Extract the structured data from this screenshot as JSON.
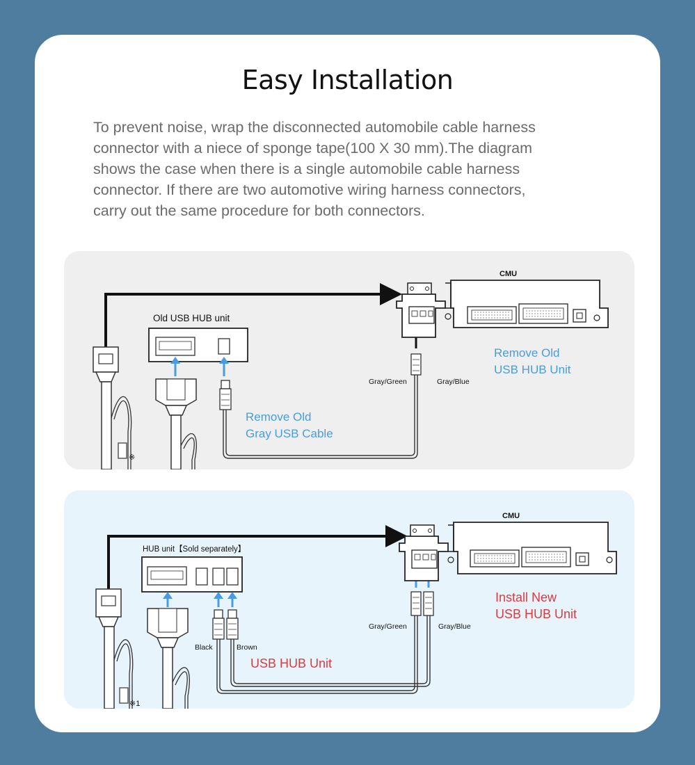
{
  "title": "Easy Installation",
  "description": [
    "To prevent noise, wrap the disconnected automobile cable harness",
    "connector with a niece of sponge tape(100 X 30 mm).The diagram",
    "shows the case when there is a single automobile cable harness",
    "connector. If there are two automotive wiring harness connectors,",
    "carry out the same procedure for both connectors."
  ],
  "diagram_top": {
    "cmu_label": "CMU",
    "old_hub_label": "Old USB HUB unit",
    "gray_green": "Gray/Green",
    "gray_blue": "Gray/Blue",
    "remove_hub_line1": "Remove Old",
    "remove_hub_line2": "USB HUB Unit",
    "remove_cable_line1": "Remove Old",
    "remove_cable_line2": "Gray USB Cable",
    "note_mark": "※"
  },
  "diagram_bottom": {
    "cmu_label": "CMU",
    "hub_label": "HUB unit【Sold separately】",
    "gray_green": "Gray/Green",
    "gray_blue": "Gray/Blue",
    "black": "Black",
    "brown": "Brown",
    "usb_hub_unit": "USB HUB Unit",
    "install_line1": "Install New",
    "install_line2": "USB HUB Unit",
    "note_mark": "※1"
  },
  "colors": {
    "background": "#4f7d9f",
    "accent_blue": "#4a9be0",
    "accent_red": "#e0393e"
  }
}
